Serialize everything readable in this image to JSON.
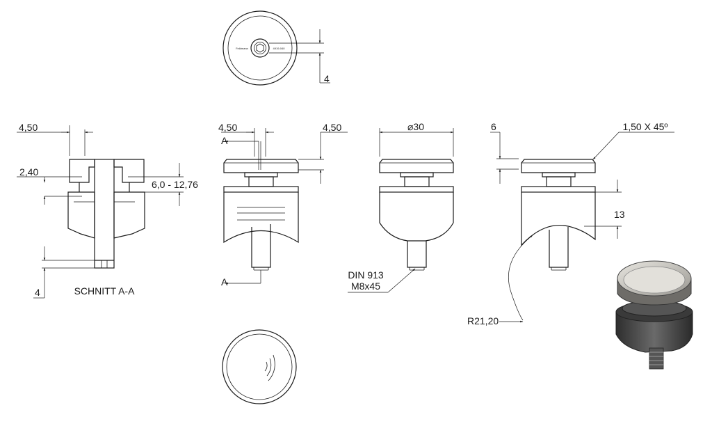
{
  "labels": {
    "top_view_dim": "4",
    "sec_dim_450": "4,50",
    "sec_dim_240": "2,40",
    "sec_dim_range": "6,0 - 12,76",
    "sec_dim_4": "4",
    "section_title": "SCHNITT A-A",
    "front_dim_450_left": "4,50",
    "front_dim_450_right": "4,50",
    "section_mark_top": "A",
    "section_mark_bottom": "A",
    "side_diameter": "⌀30",
    "screw_line1": "DIN 913",
    "screw_line2": "M8x45",
    "chamfer_dim": "6",
    "chamfer_callout": "1,50 X 45º",
    "height_dim": "13",
    "radius_dim": "R21,20",
    "engraving_left": "Feldmann",
    "engraving_right": "4919-040"
  }
}
